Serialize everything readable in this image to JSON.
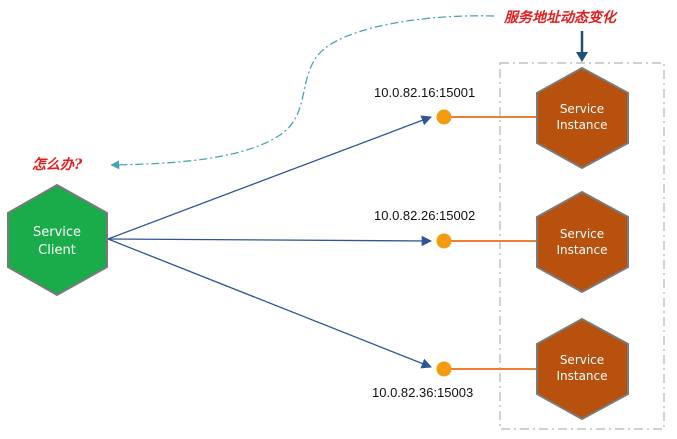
{
  "colors": {
    "client_fill": "#1aab4a",
    "client_stroke": "#7a7a7a",
    "instance_fill": "#b8510e",
    "instance_stroke": "#7a7a7a",
    "node_text": "#ffffff",
    "arrow": "#2f5597",
    "endpoint_dot": "#f39c12",
    "endpoint_line": "#ed7d31",
    "dashed_curve": "#4aa3b5",
    "container_border": "#b5b5b5",
    "annotation": "#e02020",
    "down_arrow": "#1f4e79"
  },
  "client": {
    "line1": "Service",
    "line2": "Client"
  },
  "instances": [
    {
      "line1": "Service",
      "line2": "Instance",
      "address": "10.0.82.16:15001"
    },
    {
      "line1": "Service",
      "line2": "Instance",
      "address": "10.0.82.26:15002"
    },
    {
      "line1": "Service",
      "line2": "Instance",
      "address": "10.0.82.36:15003"
    }
  ],
  "annotations": {
    "dynamic_change": "服务地址动态变化",
    "question": "怎么办?"
  }
}
